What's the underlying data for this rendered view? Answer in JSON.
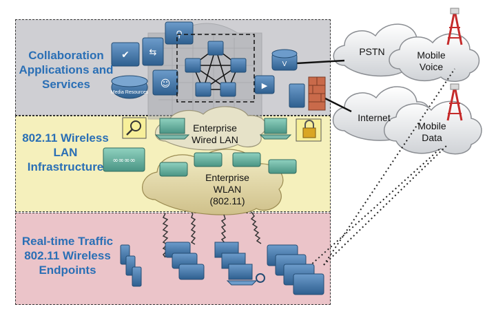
{
  "layers": {
    "collaboration": "Collaboration Applications and Services",
    "wireless_infra": "802.11 Wireless LAN Infrastructure",
    "endpoints": "Real-time Traffic 802.11 Wireless Endpoints"
  },
  "clouds": {
    "enterprise_wired": "Enterprise Wired LAN",
    "enterprise_wlan": "Enterprise WLAN (802.11)",
    "pstn": "PSTN",
    "mobile_voice": "Mobile Voice",
    "internet": "Internet",
    "mobile_data": "Mobile Data"
  },
  "devices": {
    "media_resources": "Media Resources"
  },
  "icons": [
    "server-cluster-icon",
    "media-resources-icon",
    "router-icon",
    "switch-icon",
    "firewall-icon",
    "access-point-icon",
    "wlc-icon",
    "cell-tower-icon",
    "phone-icon",
    "desk-phone-icon",
    "laptop-icon",
    "tablet-icon",
    "magnifier-icon",
    "lock-icon"
  ],
  "colors": {
    "label_blue": "#2a6fb5",
    "collab_bg": "#cfcfd3",
    "wlan_bg": "#f5f0bc",
    "endpoint_bg": "#ebc4c9",
    "device_blue": "#3a72a6",
    "ap_teal": "#5aa89a"
  }
}
